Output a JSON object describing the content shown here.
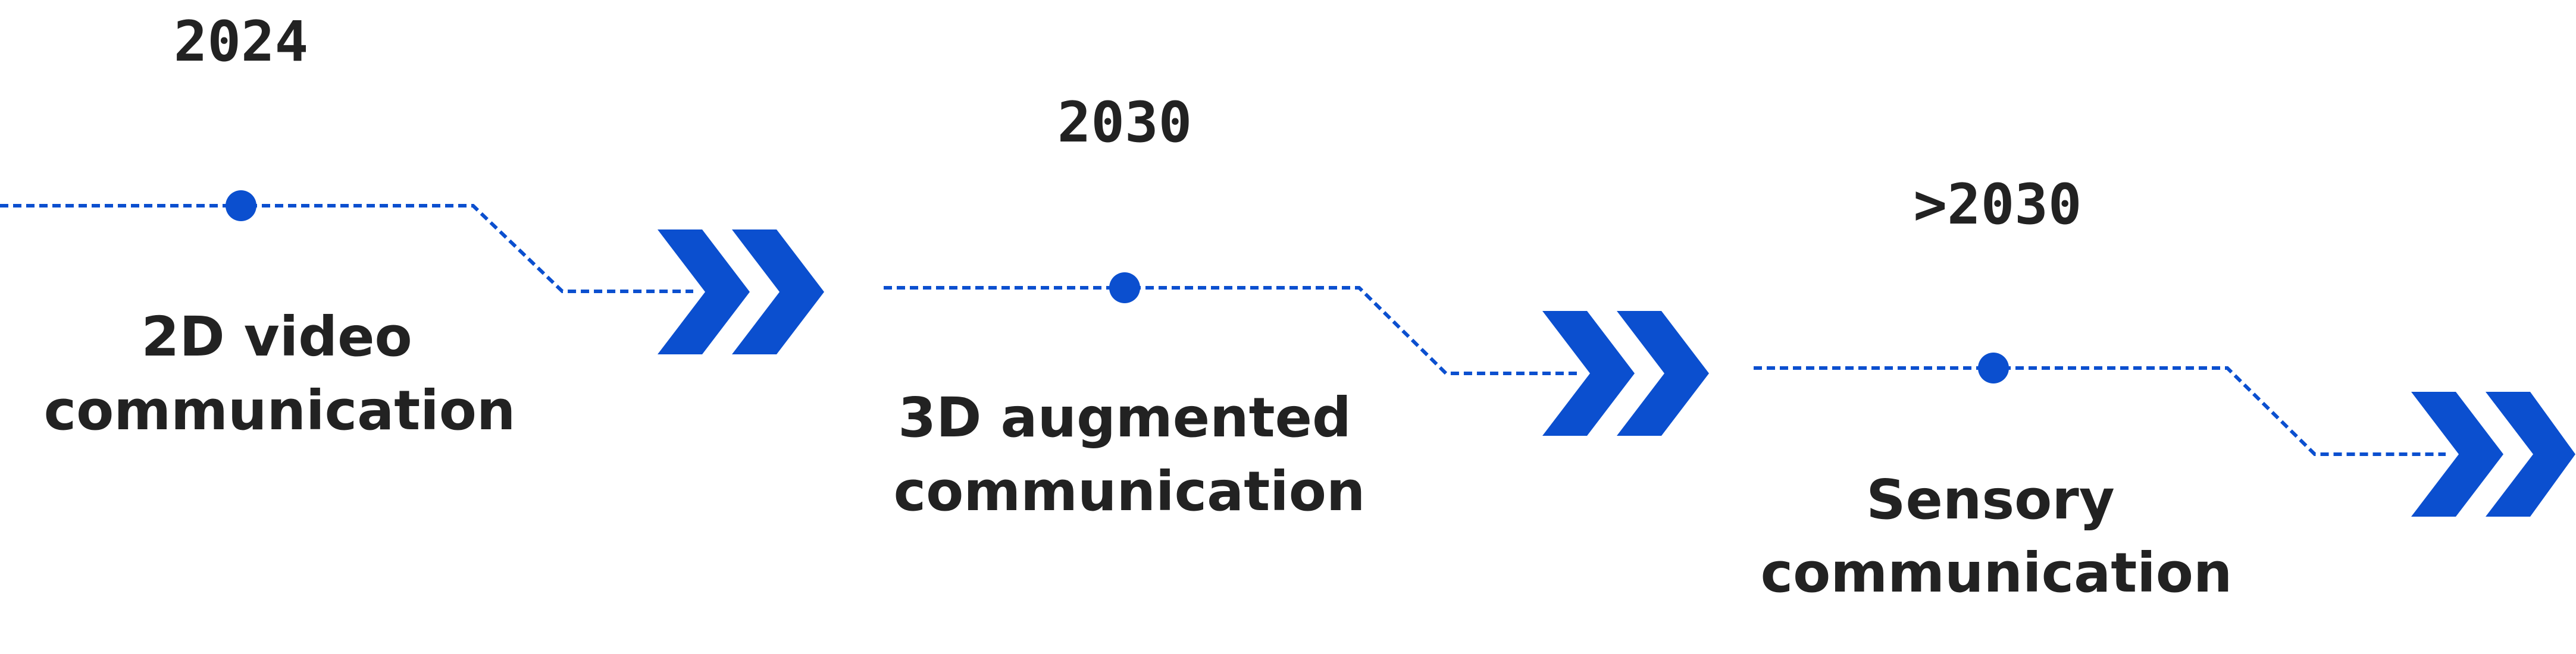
{
  "colors": {
    "accent": "#0b4fcf",
    "text": "#222222",
    "background": "#ffffff"
  },
  "milestones": [
    {
      "year": "2024",
      "caption": [
        "2D video",
        "communication"
      ]
    },
    {
      "year": "2030",
      "caption": [
        "3D augmented",
        "communication"
      ]
    },
    {
      "year": ">2030",
      "caption": [
        "Sensory",
        "communication"
      ]
    }
  ],
  "icons": {
    "milestone_dot": "circle-marker-icon",
    "progress_arrow": "double-chevron-right-icon"
  }
}
